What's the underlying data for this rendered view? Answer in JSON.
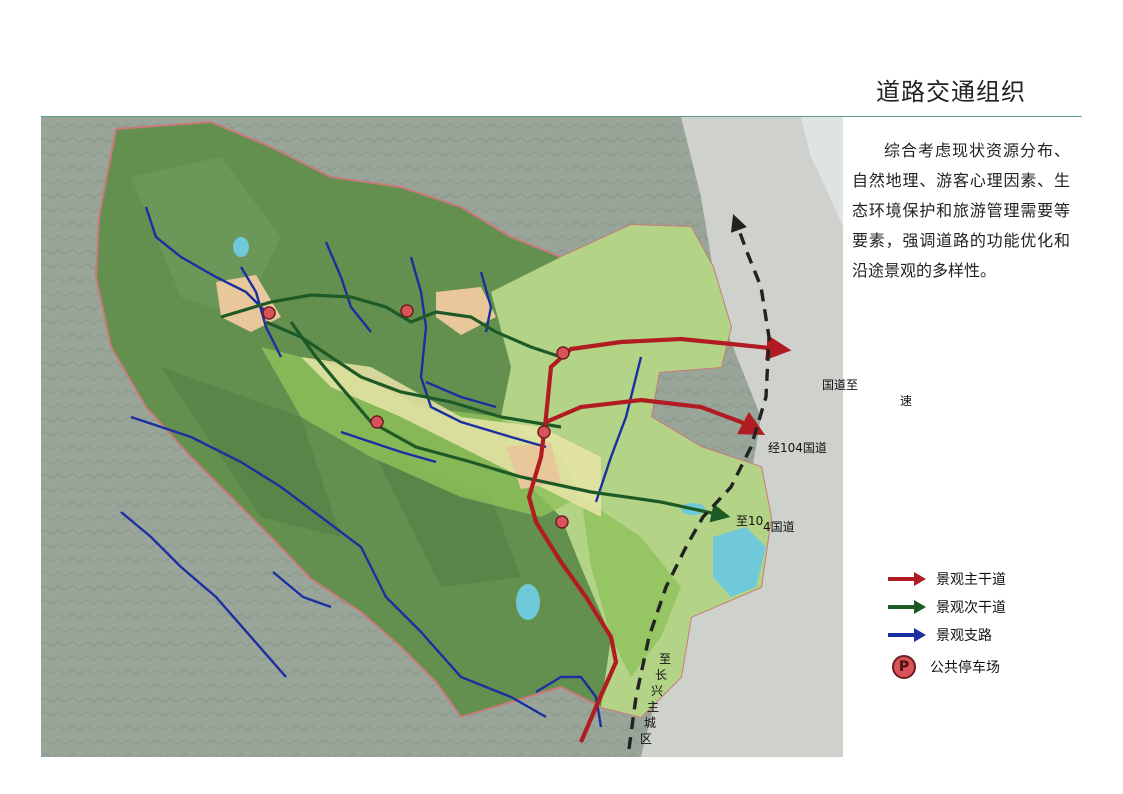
{
  "page": {
    "title": "道路交通组织",
    "description": "综合考虑现状资源分布、自然地理、游客心理因素、生态环境保护和旅游管理需要等要素，强调道路的功能优化和沿途景观的多样性。"
  },
  "map_labels": {
    "east_top_1": "国道至",
    "east_top_2": "速",
    "east_mid": "经104国道",
    "east_low_1": "至10",
    "east_low_2": "4国道",
    "south_dashed": [
      "至",
      "长",
      "兴",
      "主",
      "城",
      "区"
    ]
  },
  "legend": [
    {
      "label": "景观主干道",
      "color": "#b01c22",
      "icon": "arrow-right-icon"
    },
    {
      "label": "景观次干道",
      "color": "#1e5a26",
      "icon": "arrow-right-icon"
    },
    {
      "label": "景观支路",
      "color": "#1c2fa0",
      "icon": "arrow-right-icon"
    },
    {
      "label": "公共停车场",
      "color": "#d9535a",
      "icon": "parking-icon",
      "symbol": "P"
    }
  ],
  "colors": {
    "main_road": "#b01c22",
    "secondary_road": "#1e5a26",
    "branch_road": "#1c2fa0",
    "dashed_route": "#222222",
    "forest": "#5f8a4e",
    "farmland": "#b6d68a",
    "urban": "#d6d7d3",
    "heritage": "#e8c89a"
  }
}
